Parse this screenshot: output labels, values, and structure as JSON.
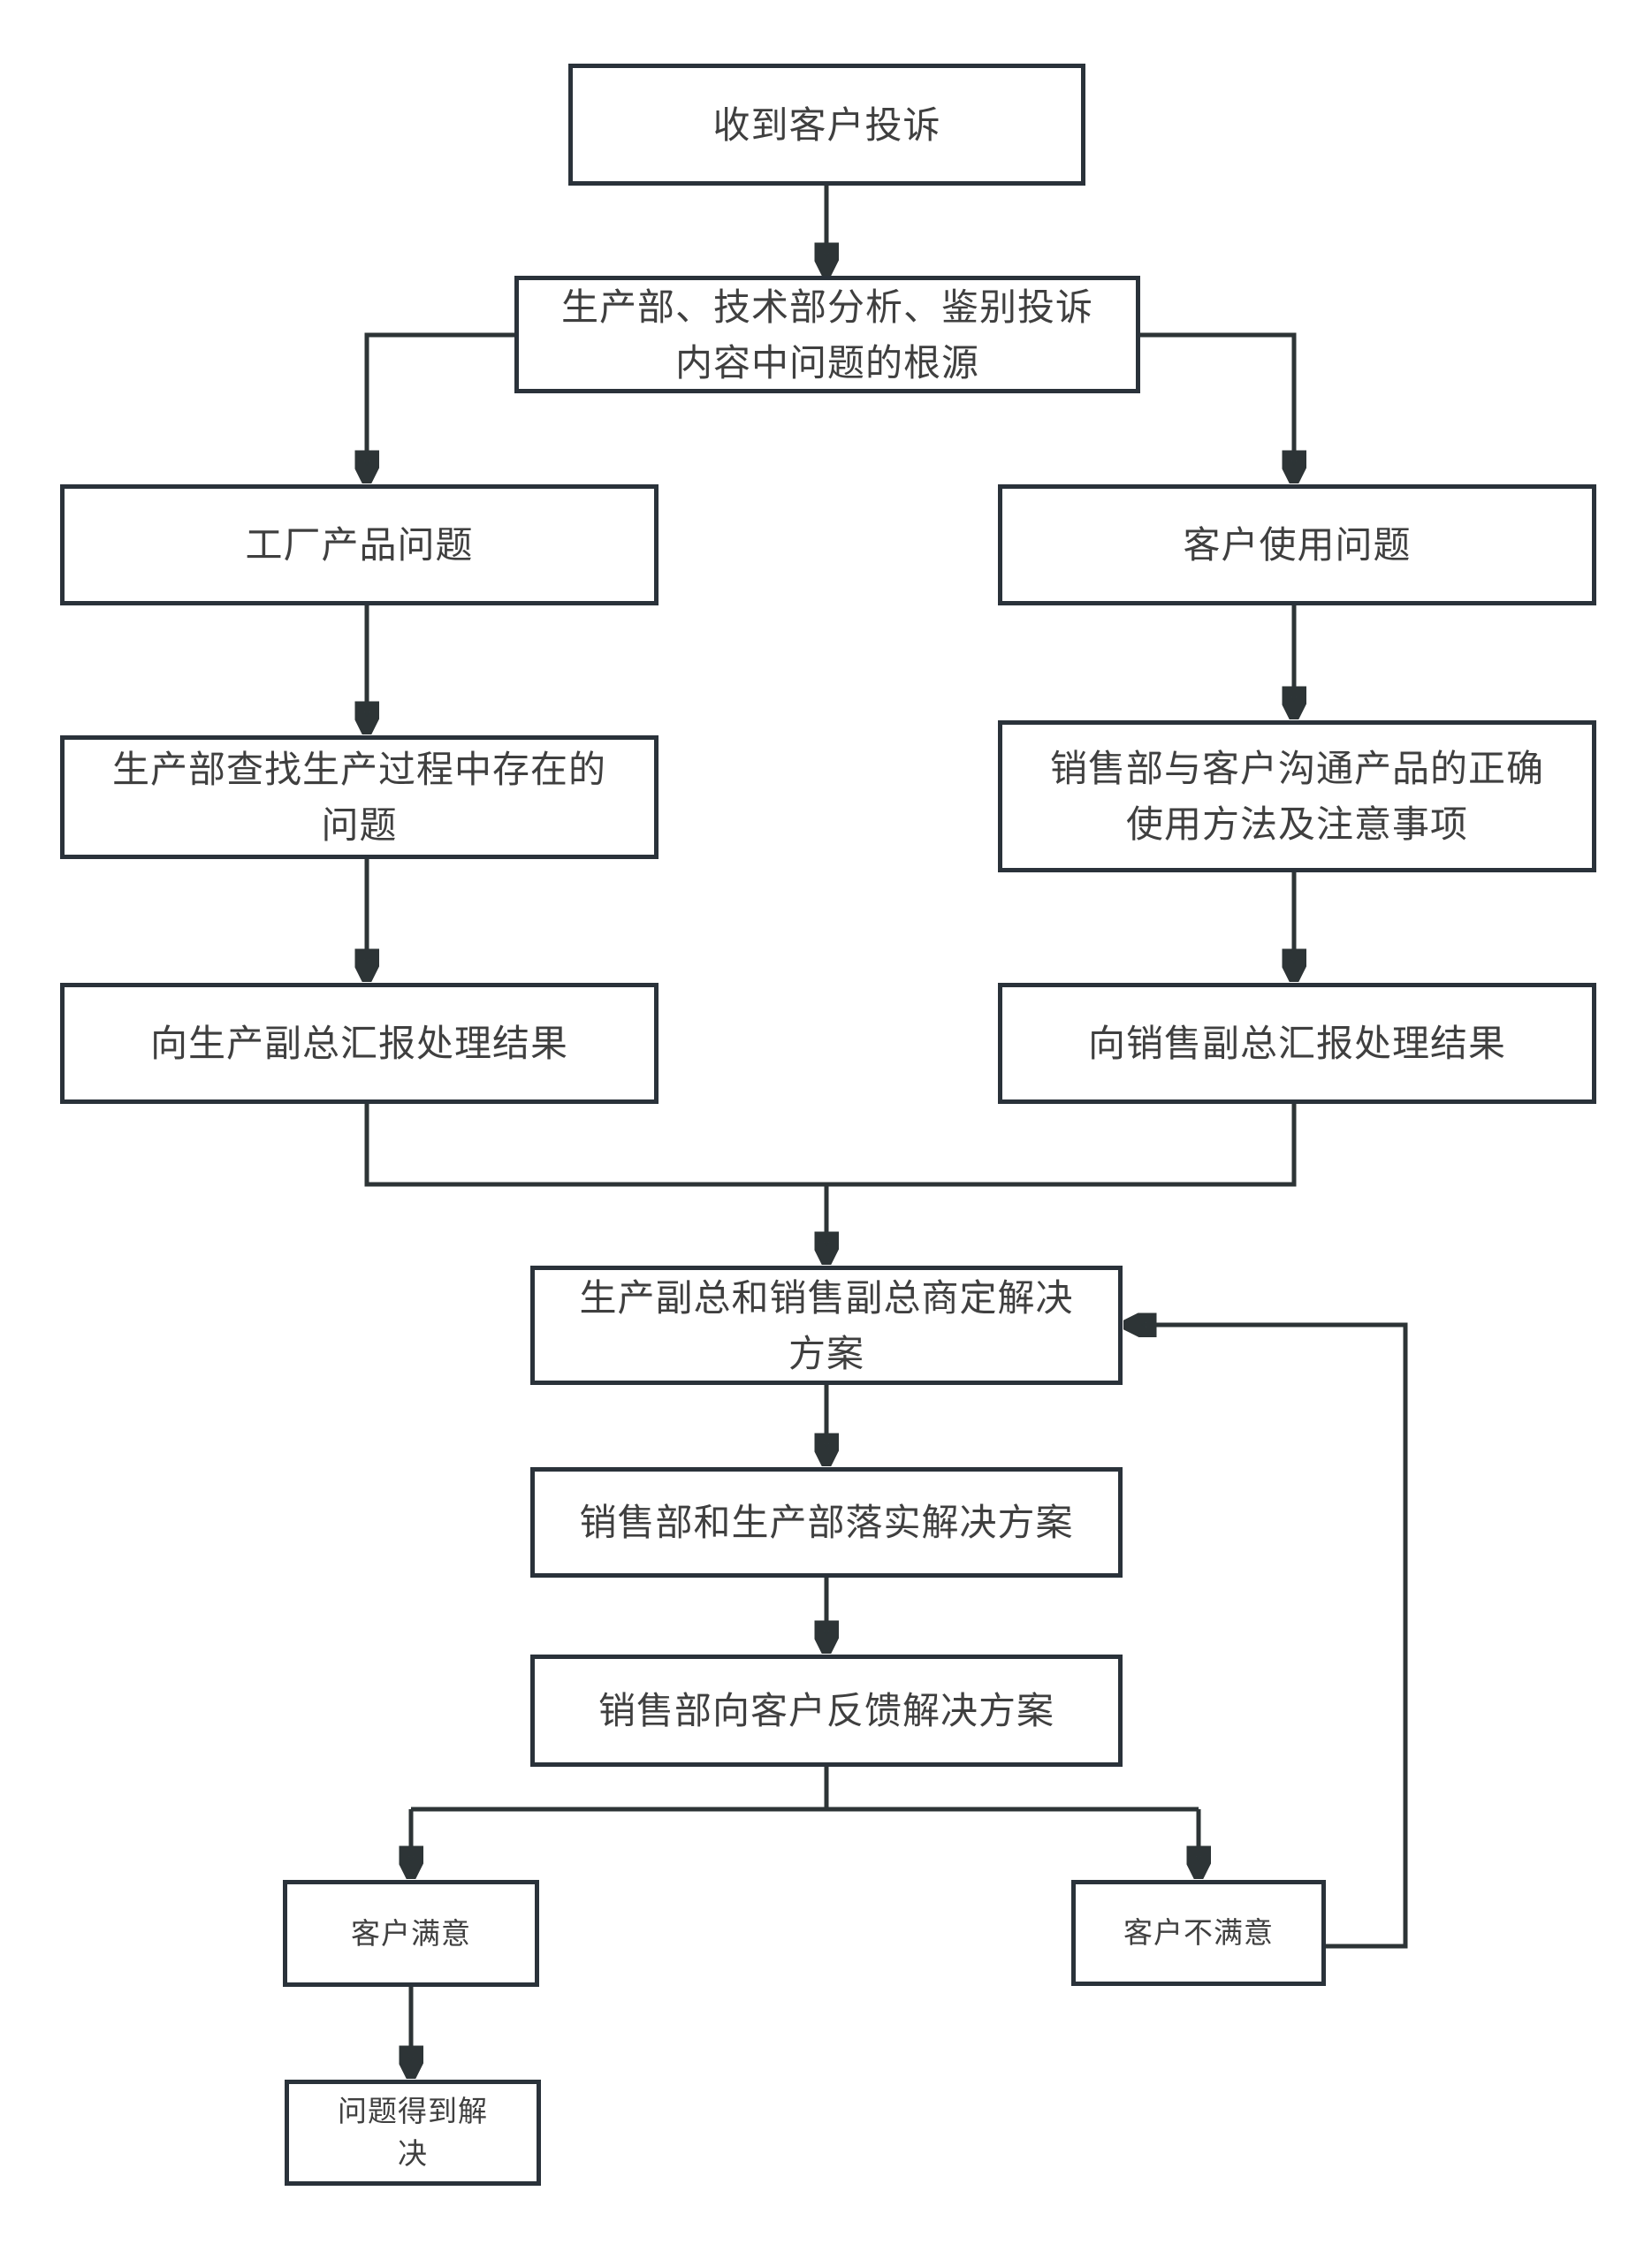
{
  "diagram": {
    "type": "flowchart",
    "colors": {
      "background": "#ffffff",
      "node_border": "#2a323a",
      "node_fill": "#ffffff",
      "connector": "#2d3436",
      "text": "#3f3f3f"
    },
    "nodes": [
      {
        "id": "receive",
        "label": "收到客户投诉"
      },
      {
        "id": "analyze",
        "label": "生产部、技术部分析、鉴别投诉\n内容中问题的根源"
      },
      {
        "id": "factory-issue",
        "label": "工厂产品问题"
      },
      {
        "id": "usage-issue",
        "label": "客户使用问题"
      },
      {
        "id": "find-problem",
        "label": "生产部查找生产过程中存在的\n问题"
      },
      {
        "id": "communicate",
        "label": "销售部与客户沟通产品的正确\n使用方法及注意事项"
      },
      {
        "id": "report-prod",
        "label": "向生产副总汇报处理结果"
      },
      {
        "id": "report-sales",
        "label": "向销售副总汇报处理结果"
      },
      {
        "id": "decide",
        "label": "生产副总和销售副总商定解决\n方案"
      },
      {
        "id": "implement",
        "label": "销售部和生产部落实解决方案"
      },
      {
        "id": "feedback",
        "label": "销售部向客户反馈解决方案"
      },
      {
        "id": "satisfied",
        "label": "客户满意"
      },
      {
        "id": "unsatisfied",
        "label": "客户不满意"
      },
      {
        "id": "solved",
        "label": "问题得到解\n决"
      }
    ],
    "edges": [
      {
        "from": "receive",
        "to": "analyze"
      },
      {
        "from": "analyze",
        "to": "factory-issue"
      },
      {
        "from": "analyze",
        "to": "usage-issue"
      },
      {
        "from": "factory-issue",
        "to": "find-problem"
      },
      {
        "from": "usage-issue",
        "to": "communicate"
      },
      {
        "from": "find-problem",
        "to": "report-prod"
      },
      {
        "from": "communicate",
        "to": "report-sales"
      },
      {
        "from": "report-prod",
        "to": "decide"
      },
      {
        "from": "report-sales",
        "to": "decide"
      },
      {
        "from": "decide",
        "to": "implement"
      },
      {
        "from": "implement",
        "to": "feedback"
      },
      {
        "from": "feedback",
        "to": "satisfied"
      },
      {
        "from": "feedback",
        "to": "unsatisfied"
      },
      {
        "from": "satisfied",
        "to": "solved"
      },
      {
        "from": "unsatisfied",
        "to": "decide"
      }
    ]
  }
}
